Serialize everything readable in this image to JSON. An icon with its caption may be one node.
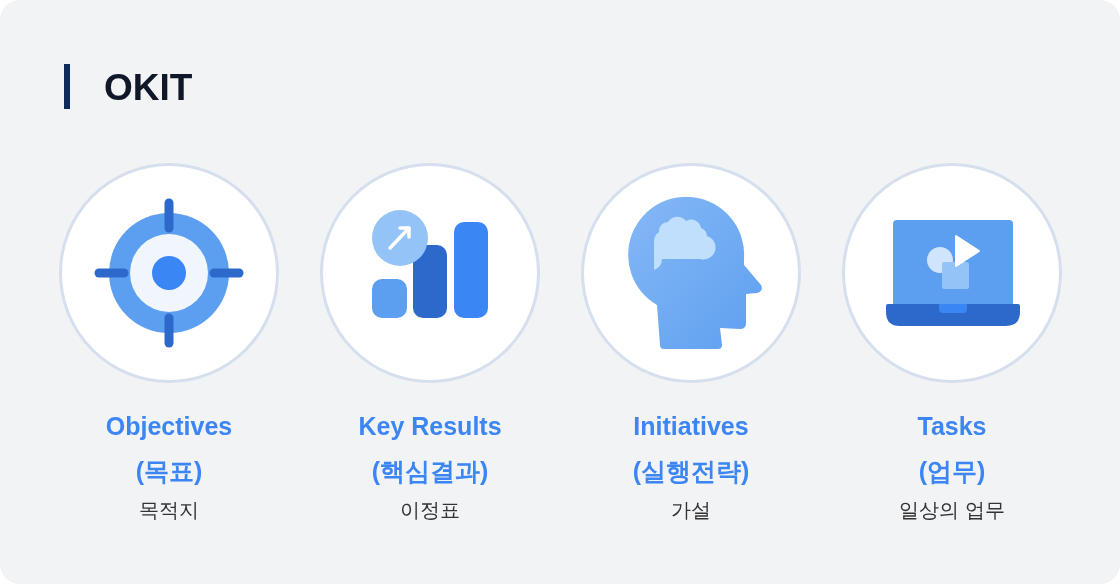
{
  "diagram": {
    "title": "OKIT",
    "nodes": [
      {
        "text": [
          "Objectives (목표)",
          "목적지"
        ]
      },
      {
        "text": [
          "Key Results (핵심결과)",
          "이정표"
        ]
      },
      {
        "text": [
          "Initiatives (실행전략)",
          "가설"
        ]
      },
      {
        "text": [
          "Tasks (업무)",
          "일상의 업무"
        ]
      }
    ]
  }
}
